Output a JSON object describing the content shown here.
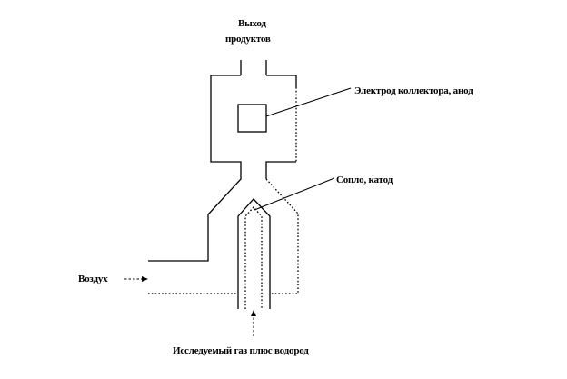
{
  "labels": {
    "outlet_line1": "Выход",
    "outlet_line2": "продуктов",
    "collector": "Электрод коллектора,  анод",
    "nozzle": "Сопло, катод",
    "air": "Воздух",
    "sample_gas": "Исследуемый газ плюс водород"
  }
}
